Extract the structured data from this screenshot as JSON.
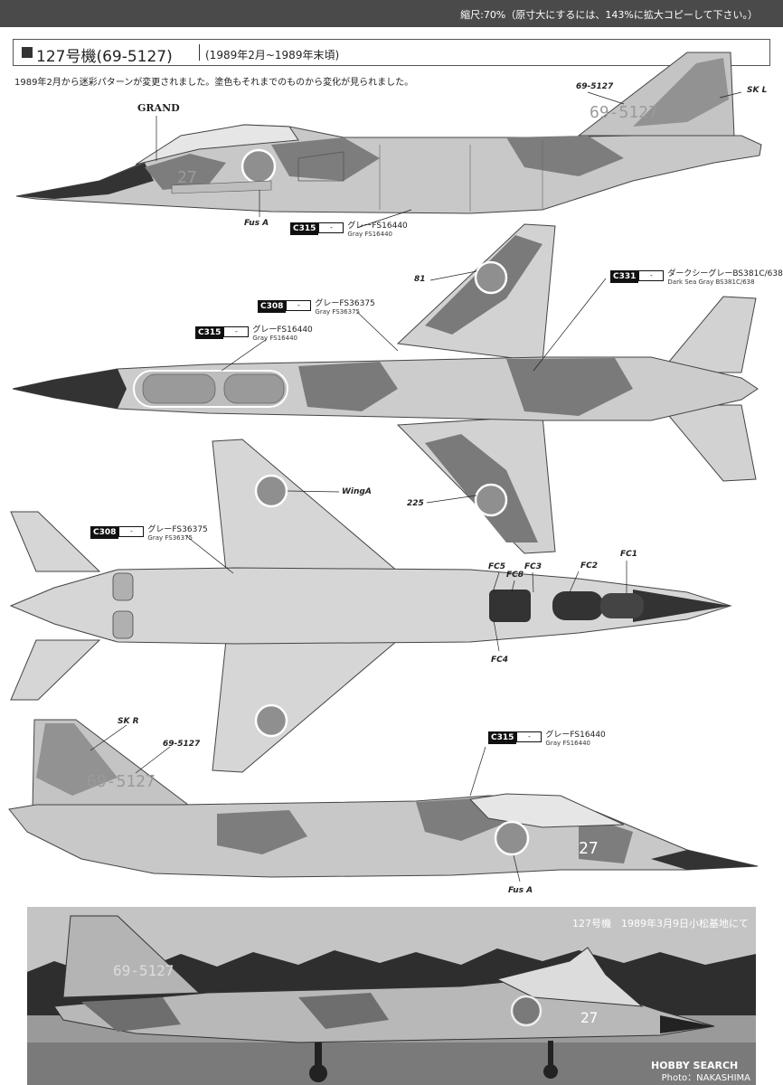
{
  "header": {
    "scale_note": "縮尺:70%（原寸大にするには、143%に拡大コピーして下さい。）"
  },
  "section": {
    "title": "127号機(69-5127)",
    "period": "(1989年2月~1989年末頃)",
    "description": "1989年2月から迷彩パターンが変更されました。塗色もそれまでのものから変化が見られました。"
  },
  "side_view_left": {
    "grand_label": "GRAND",
    "serial_label": "69-5127",
    "sk_label": "SK L",
    "fus_label": "Fus A",
    "tail_number": "27",
    "tail_serial": "69-5127",
    "color": {
      "code": "C315",
      "name_jp": "グレーFS16440",
      "name_en": "Gray FS16440"
    }
  },
  "top_view": {
    "label_81": "81",
    "label_225": "225",
    "colors": [
      {
        "code": "C331",
        "name_jp": "ダークシーグレーBS381C/638",
        "name_en": "Dark Sea Gray BS381C/638"
      },
      {
        "code": "C308",
        "name_jp": "グレーFS36375",
        "name_en": "Gray FS36375"
      },
      {
        "code": "C315",
        "name_jp": "グレーFS16440",
        "name_en": "Gray FS16440"
      }
    ]
  },
  "bottom_view": {
    "wing_label": "WingA",
    "fc_labels": [
      "FC5",
      "FC8",
      "FC3",
      "FC2",
      "FC1",
      "FC4"
    ],
    "color": {
      "code": "C308",
      "name_jp": "グレーFS36375",
      "name_en": "Gray FS36375"
    }
  },
  "side_view_right": {
    "sk_label": "SK R",
    "serial_label": "69-5127",
    "fus_label": "Fus A",
    "tail_number": "27",
    "tail_serial": "69-5127",
    "color": {
      "code": "C315",
      "name_jp": "グレーFS16440",
      "name_en": "Gray FS16440"
    }
  },
  "photo": {
    "caption": "127号機　1989年3月9日小松基地にて",
    "credit": "Photo：NAKASHIMA",
    "tail_serial": "69-5127",
    "tail_number": "27",
    "watermark": "HOBBY SEARCH"
  },
  "colors": {
    "fs16440": "#c8c8c8",
    "fs36375": "#d6d6d6",
    "bs381c638": "#7a7a7a",
    "nose": "#333333",
    "canopy": "#9a9a9a"
  }
}
